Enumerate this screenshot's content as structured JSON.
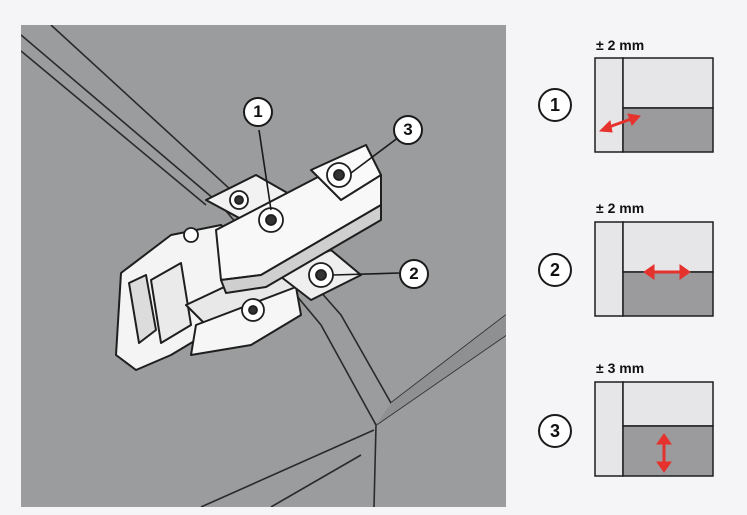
{
  "main_illustration": {
    "callouts": [
      "1",
      "3",
      "2"
    ]
  },
  "adjustments": [
    {
      "number": "1",
      "tolerance": "± 2 mm",
      "direction": "horizontal-depth-arrow"
    },
    {
      "number": "2",
      "tolerance": "± 2 mm",
      "direction": "horizontal-side-arrow"
    },
    {
      "number": "3",
      "tolerance": "± 3 mm",
      "direction": "vertical-arrow"
    }
  ],
  "colors": {
    "panel_gray": "#9a9c9d",
    "arrow_red": "#e5322d",
    "block_light": "#e6e6e8",
    "block_dark": "#9b9b9d"
  }
}
